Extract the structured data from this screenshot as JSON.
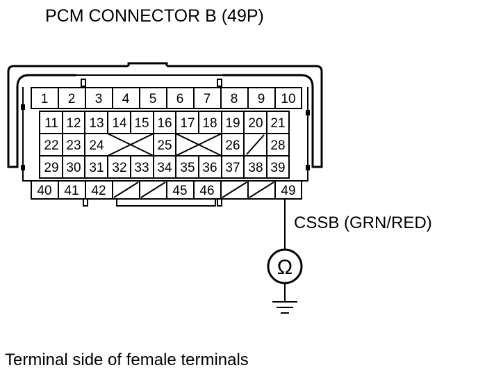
{
  "title": "PCM CONNECTOR B (49P)",
  "footer": "Terminal side of female terminals",
  "wire_label": "CSSB (GRN/RED)",
  "meter_symbol": "Ω",
  "connector": {
    "rows": [
      [
        "1",
        "2",
        "3",
        "4",
        "5",
        "6",
        "7",
        "8",
        "9",
        "10"
      ],
      [
        "11",
        "12",
        "13",
        "14",
        "15",
        "16",
        "17",
        "18",
        "19",
        "20",
        "21"
      ],
      [
        "22",
        "23",
        "24",
        "",
        "",
        "25",
        "",
        "",
        "26",
        "",
        "28"
      ],
      [
        "29",
        "30",
        "31",
        "32",
        "33",
        "34",
        "35",
        "36",
        "37",
        "38",
        "39"
      ],
      [
        "40",
        "41",
        "42",
        "",
        "",
        "45",
        "46",
        "",
        "",
        "49"
      ]
    ],
    "probe_terminal": "49"
  }
}
